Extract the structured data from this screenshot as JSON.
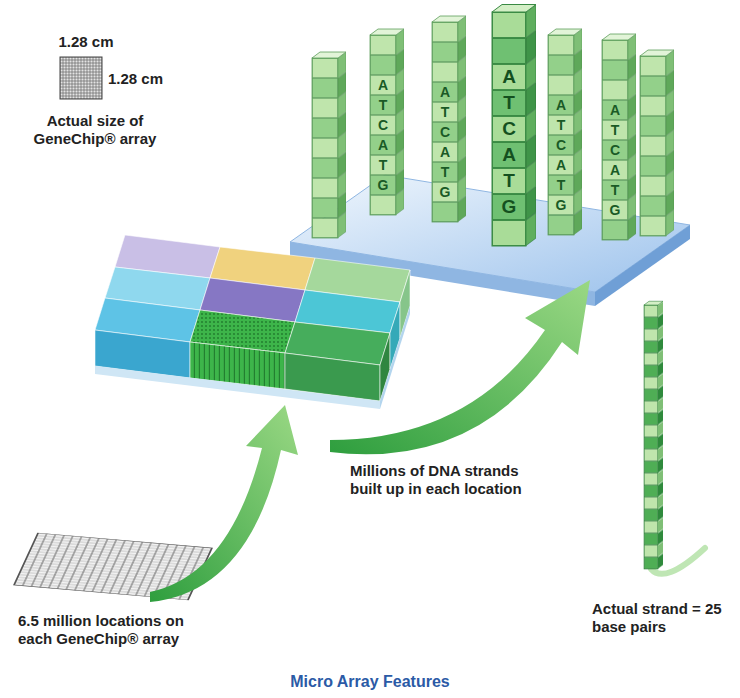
{
  "diagram": {
    "caption": "Micro Array Features",
    "labels": [
      "1.28 cm",
      "1.28 cm",
      "Actual size of GeneChip® array",
      "A T C A T G",
      "A T C A T G",
      "A T C A T G",
      "A T C A T G",
      "A T C A T G",
      "Millions of DNA strands built up in each location",
      "6.5 million locations on each GeneChip® array",
      "Actual strand = 25 base pairs"
    ]
  }
}
